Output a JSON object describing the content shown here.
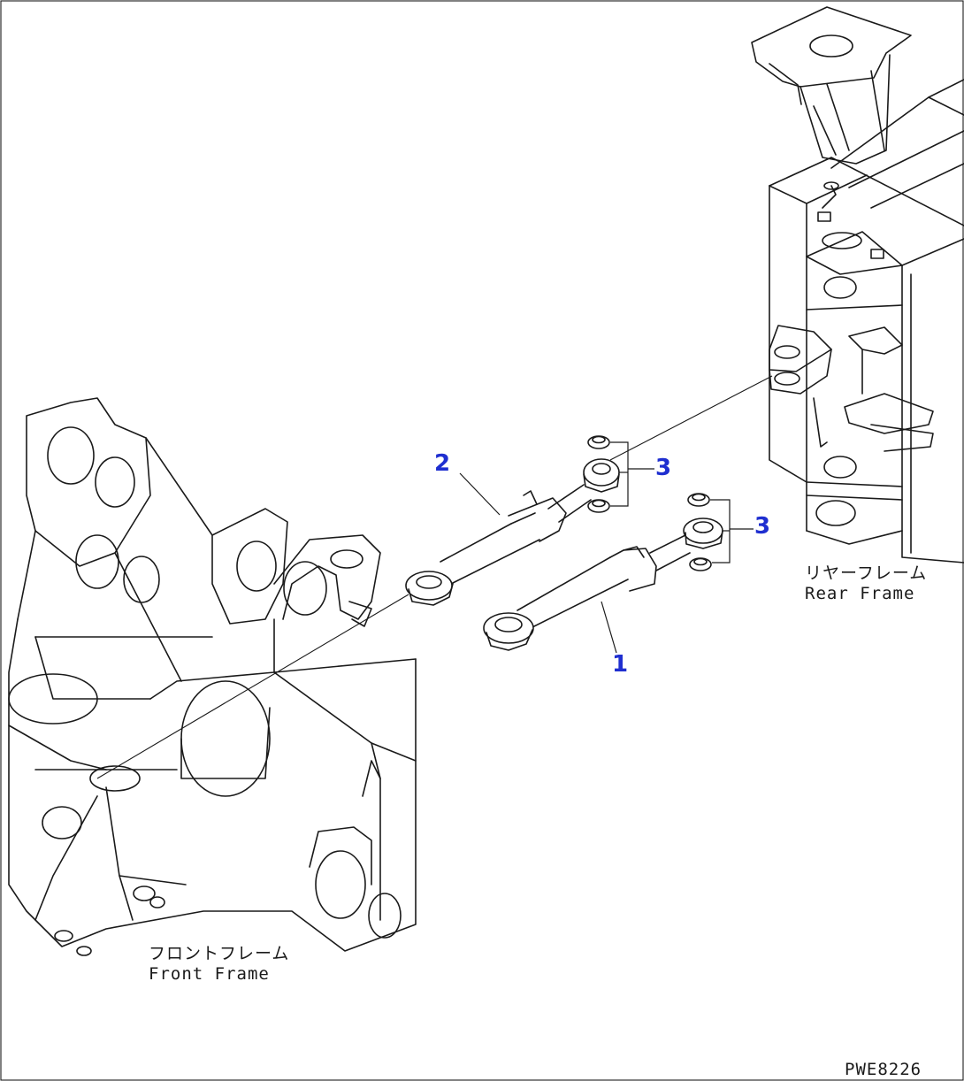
{
  "callouts": {
    "cylinder_1": "1",
    "cylinder_2": "2",
    "seals_upper": "3",
    "seals_lower": "3"
  },
  "labels": {
    "rear_frame_jp": "リヤーフレーム",
    "rear_frame_en": "Rear Frame",
    "front_frame_jp": "フロントフレーム",
    "front_frame_en": "Front Frame",
    "drawing_code": "PWE8226"
  },
  "colors": {
    "callout": "#1f2fd0",
    "line": "#1a1a1a",
    "background": "#ffffff"
  }
}
